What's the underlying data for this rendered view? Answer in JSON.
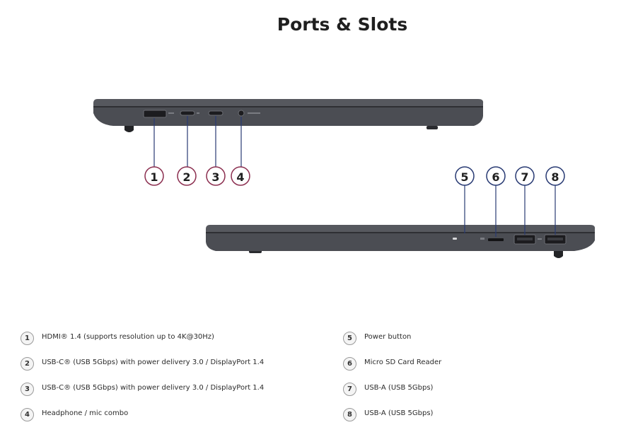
{
  "page": {
    "title": "Ports & Slots"
  },
  "colors": {
    "left_callout": "#8b2e4f",
    "right_callout": "#283a73",
    "laptop_body": "#4a4c52",
    "laptop_dark": "#2f3035"
  },
  "diagram": {
    "left_view_callouts": [
      "1",
      "2",
      "3",
      "4"
    ],
    "right_view_callouts": [
      "5",
      "6",
      "7",
      "8"
    ],
    "port_icons": [
      "hdmi-port-icon",
      "usb-c-port-icon",
      "usb-c-port-icon",
      "audio-jack-icon",
      "power-button-icon",
      "sd-card-slot-icon",
      "usb-a-port-icon",
      "usb-a-port-icon"
    ]
  },
  "legend": {
    "left": [
      {
        "num": "1",
        "label": "HDMI® 1.4 (supports resolution up to 4K@30Hz)"
      },
      {
        "num": "2",
        "label": "USB-C® (USB 5Gbps) with power delivery 3.0 / DisplayPort 1.4"
      },
      {
        "num": "3",
        "label": "USB-C® (USB 5Gbps) with power delivery 3.0 / DisplayPort 1.4"
      },
      {
        "num": "4",
        "label": "Headphone / mic combo"
      }
    ],
    "right": [
      {
        "num": "5",
        "label": "Power button"
      },
      {
        "num": "6",
        "label": "Micro SD Card Reader"
      },
      {
        "num": "7",
        "label": "USB-A (USB 5Gbps)"
      },
      {
        "num": "8",
        "label": "USB-A (USB 5Gbps)"
      }
    ]
  }
}
